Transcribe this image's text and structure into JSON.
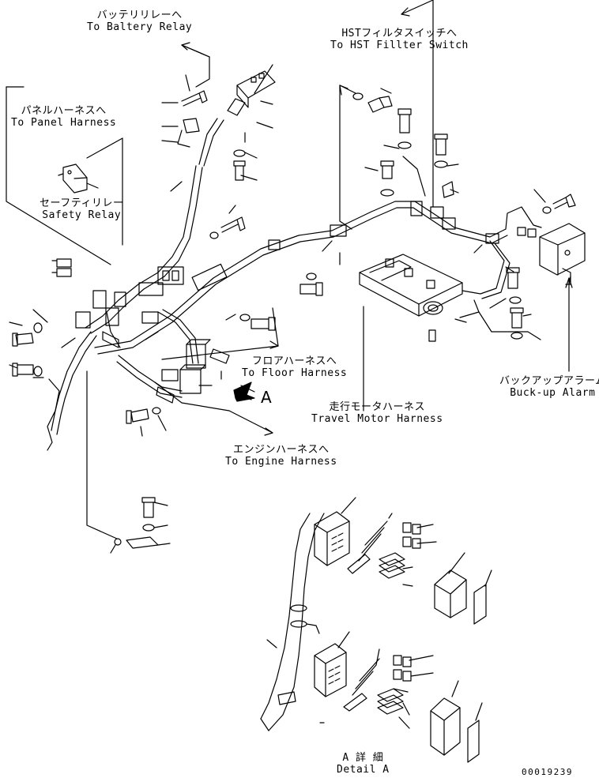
{
  "labels": {
    "battery_relay": {
      "jp": "バッテリリレーへ",
      "en": "To Baltery Relay"
    },
    "hst_filter": {
      "jp": "HSTフィルタスイッチへ",
      "en": "To HST Fillter Switch"
    },
    "panel_harness": {
      "jp": "パネルハーネスへ",
      "en": "To Panel Harness"
    },
    "safety_relay": {
      "jp": "セーフティリレー",
      "en": "Safety Relay"
    },
    "floor_harness": {
      "jp": "フロアハーネスへ",
      "en": "To Floor Harness"
    },
    "travel_motor": {
      "jp": "走行モータハーネス",
      "en": "Travel Motor Harness"
    },
    "backup_alarm": {
      "jp": "バックアップアラーム",
      "en": "Buck-up Alarm"
    },
    "engine_harness": {
      "jp": "エンジンハーネスへ",
      "en": "To Engine Harness"
    },
    "detail_a": {
      "jp": "A 詳 細",
      "en": "Detail A"
    },
    "view_a": "A",
    "drawing_code": "00019239"
  },
  "colors": {
    "line": "#000000",
    "background": "#ffffff"
  }
}
